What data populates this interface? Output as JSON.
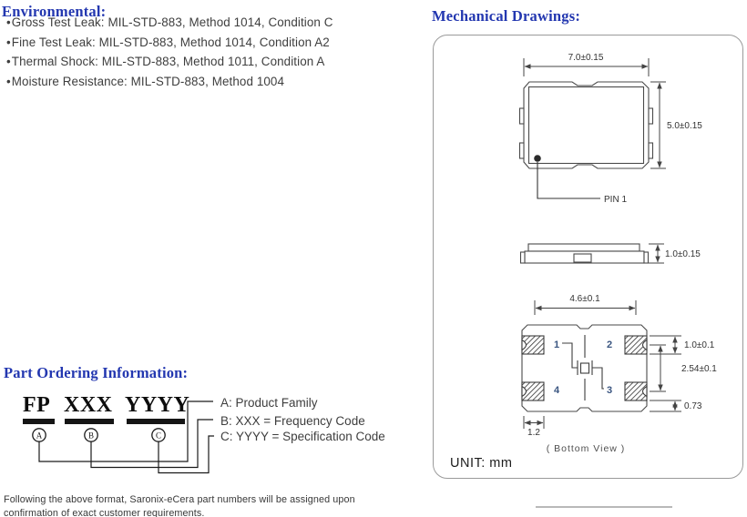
{
  "environmental": {
    "heading": "Environmental:",
    "bullet_char": "•",
    "items": [
      "Gross Test Leak: MIL-STD-883, Method 1014, Condition C",
      "Fine Test Leak: MIL-STD-883, Method 1014, Condition A2",
      "Thermal Shock: MIL-STD-883, Method 1011, Condition A",
      "Moisture Resistance: MIL-STD-883, Method 1004"
    ]
  },
  "mechanical": {
    "heading": "Mechanical Drawings:",
    "unit_label": "UNIT: mm",
    "bottom_view_caption": "( Bottom View )",
    "pin1_label": "PIN 1",
    "pin_numbers": [
      "1",
      "2",
      "3",
      "4"
    ],
    "dimensions": {
      "body_width": "7.0±0.15",
      "body_depth": "5.0±0.15",
      "body_height": "1.0±0.15",
      "pad_inner_span": "4.6±0.1",
      "pad_height": "1.0±0.1",
      "pad_pitch": "2.54±0.1",
      "pad_edge_offset": "0.73",
      "pad_width": "1.2"
    }
  },
  "part_ordering": {
    "heading": "Part Ordering Information:",
    "segments": [
      {
        "code": "FP",
        "marker": "A"
      },
      {
        "code": "XXX",
        "marker": "B"
      },
      {
        "code": "YYYY",
        "marker": "C"
      }
    ],
    "legend": [
      "A: Product Family",
      "B: XXX = Frequency Code",
      "C: YYYY = Specification Code"
    ],
    "footnote": [
      "Following the above format, Saronix-eCera part numbers will be assigned upon",
      "confirmation of exact customer requirements."
    ]
  },
  "colors": {
    "heading_blue": "#2337b0",
    "body_text": "#3e3e3e",
    "drawing_line": "#4a4a4a",
    "pin_number_blue": "#3a5580"
  }
}
